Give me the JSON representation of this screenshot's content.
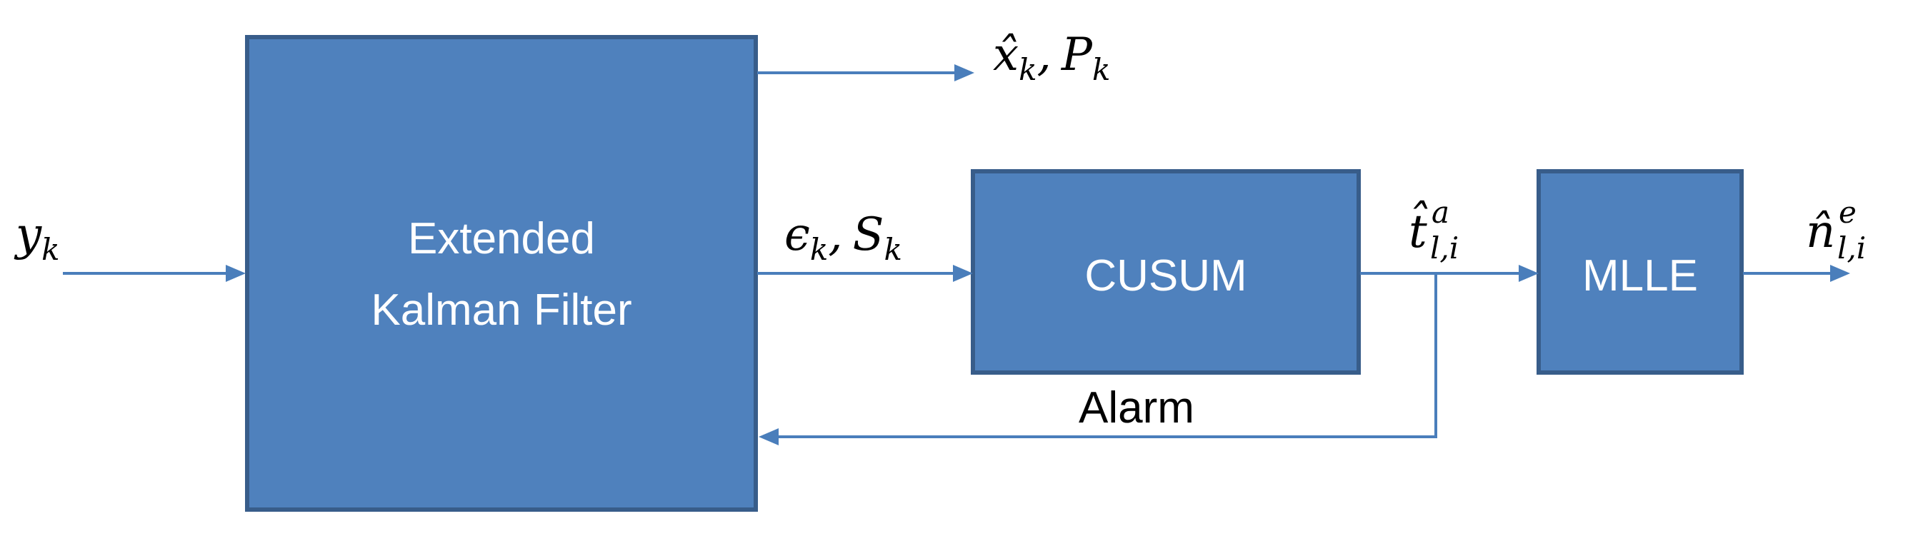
{
  "blocks": {
    "ekf": {
      "line1": "Extended",
      "line2": "Kalman Filter"
    },
    "cusum": {
      "label": "CUSUM"
    },
    "mlle": {
      "label": "MLLE"
    }
  },
  "signals": {
    "input": {
      "base": "y",
      "sub": "k"
    },
    "state_output": {
      "base1": "x̂",
      "sub1": "k",
      "sep": ",",
      "base2": "P",
      "sub2": "k"
    },
    "innovation": {
      "base1": "ϵ",
      "sub1": "k",
      "sep": ",",
      "base2": "S",
      "sub2": "k"
    },
    "alarm_time": {
      "base": "t̂",
      "sup": "a",
      "sub": "l,i"
    },
    "estimate": {
      "base": "n̂",
      "sup": "e",
      "sub": "l,i"
    },
    "feedback": {
      "label": "Alarm"
    }
  },
  "colors": {
    "block_fill": "#4f81bd",
    "block_border": "#385d8a",
    "connector": "#4a7ebb",
    "block_text": "#ffffff"
  }
}
